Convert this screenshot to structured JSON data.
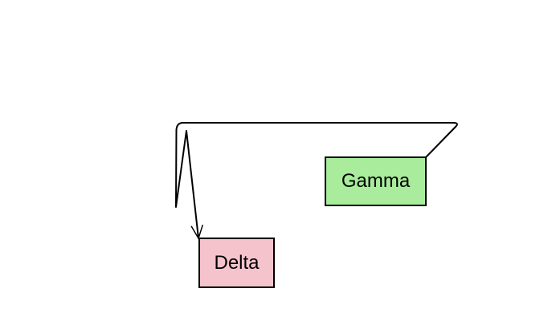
{
  "diagram": {
    "nodes": [
      {
        "id": "gamma",
        "label": "Gamma",
        "fill": "#a8ec9c",
        "stroke": "#000000"
      },
      {
        "id": "delta",
        "label": "Delta",
        "fill": "#f5c3cc",
        "stroke": "#000000"
      }
    ],
    "edges": [
      {
        "from": "gamma",
        "to": "delta",
        "directed": true,
        "stroke": "#000000"
      }
    ]
  }
}
